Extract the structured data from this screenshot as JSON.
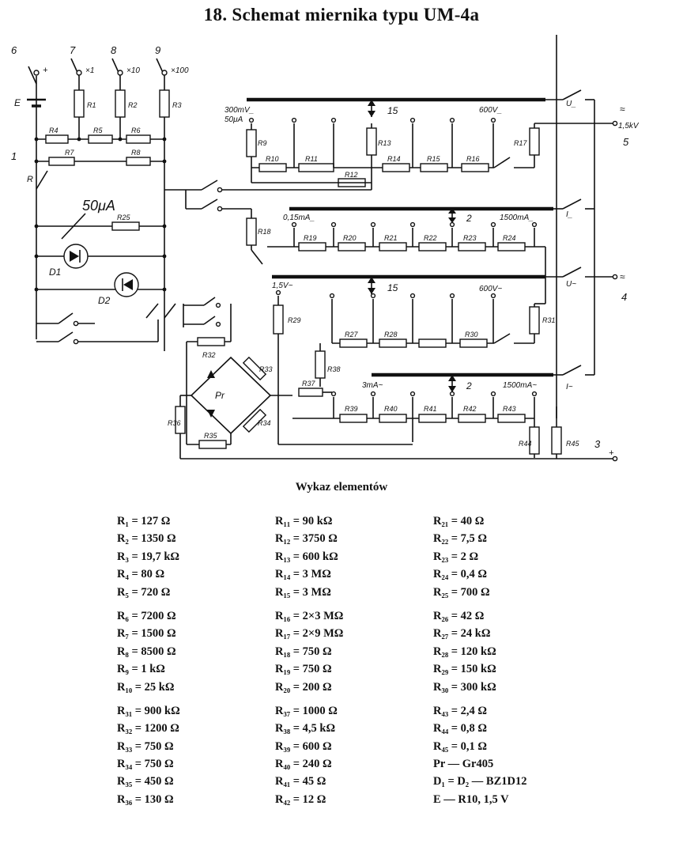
{
  "title": "18. Schemat miernika typu UM-4a",
  "schematic": {
    "terminals": {
      "t6": {
        "num": "6",
        "sign": "+"
      },
      "t7": {
        "num": "7",
        "sign": "×1"
      },
      "t8": {
        "num": "8",
        "sign": "×10"
      },
      "t9": {
        "num": "9",
        "sign": "×100"
      },
      "t5": {
        "num": "5",
        "sign": "≈",
        "range": "1,5kV"
      },
      "t4": {
        "num": "4",
        "sign": "≈"
      },
      "t3": {
        "num": "3",
        "sign": "+"
      }
    },
    "labels": {
      "E": "E",
      "n1": "1",
      "R": "R",
      "i50": "50μA",
      "D1": "D1",
      "D2": "D2",
      "Pr": "Pr",
      "n15a": "15",
      "n2a": "2",
      "n15b": "15",
      "n2b": "2",
      "r300mV": "300mV_",
      "r50uA": "50μA",
      "r600V": "600V_",
      "r015mA": "0,15mA_",
      "r1500mA": "1500mA_",
      "r15V": "1,5V~",
      "r600Vac": "600V~",
      "r3mA": "3mA~",
      "r1500mAac": "1500mA~",
      "swU": "U_",
      "swI": "I_",
      "swUac": "U~",
      "swIac": "I~"
    },
    "resistors": [
      "R1",
      "R2",
      "R3",
      "R4",
      "R5",
      "R6",
      "R7",
      "R8",
      "R9",
      "R10",
      "R11",
      "R12",
      "R13",
      "R14",
      "R15",
      "R16",
      "R17",
      "R18",
      "R19",
      "R20",
      "R21",
      "R22",
      "R23",
      "R24",
      "R25",
      "R29",
      "R27",
      "R28",
      "R30",
      "R31",
      "R32",
      "R33",
      "R34",
      "R35",
      "R36",
      "R37",
      "R38",
      "R39",
      "R40",
      "R41",
      "R42",
      "R43",
      "R44",
      "R45"
    ]
  },
  "components_heading": "Wykaz elementów",
  "components": {
    "col1": [
      {
        "name": "R₁",
        "value": "127 Ω"
      },
      {
        "name": "R₂",
        "value": "1350 Ω"
      },
      {
        "name": "R₃",
        "value": "19,7 kΩ"
      },
      {
        "name": "R₄",
        "value": "80 Ω"
      },
      {
        "name": "R₅",
        "value": "720 Ω"
      },
      {
        "name": "R₆",
        "value": "7200 Ω"
      },
      {
        "name": "R₇",
        "value": "1500 Ω"
      },
      {
        "name": "R₈",
        "value": "8500 Ω"
      },
      {
        "name": "R₉",
        "value": "1 kΩ"
      },
      {
        "name": "R₁₀",
        "value": "25 kΩ"
      },
      {
        "name": "R₃₁",
        "value": "900 kΩ"
      },
      {
        "name": "R₃₂",
        "value": "1200 Ω"
      },
      {
        "name": "R₃₃",
        "value": "750 Ω"
      },
      {
        "name": "R₃₄",
        "value": "750 Ω"
      },
      {
        "name": "R₃₅",
        "value": "450 Ω"
      },
      {
        "name": "R₃₆",
        "value": "130 Ω"
      }
    ],
    "col2": [
      {
        "name": "R₁₁",
        "value": "90 kΩ"
      },
      {
        "name": "R₁₂",
        "value": "3750 Ω"
      },
      {
        "name": "R₁₃",
        "value": "600 kΩ"
      },
      {
        "name": "R₁₄",
        "value": "3 MΩ"
      },
      {
        "name": "R₁₅",
        "value": "3 MΩ"
      },
      {
        "name": "R₁₆",
        "value": "2×3 MΩ"
      },
      {
        "name": "R₁₇",
        "value": "2×9 MΩ"
      },
      {
        "name": "R₁₈",
        "value": "750 Ω"
      },
      {
        "name": "R₁₉",
        "value": "750 Ω"
      },
      {
        "name": "R₂₀",
        "value": "200 Ω"
      },
      {
        "name": "R₃₇",
        "value": "1000 Ω"
      },
      {
        "name": "R₃₈",
        "value": "4,5 kΩ"
      },
      {
        "name": "R₃₉",
        "value": "600 Ω"
      },
      {
        "name": "R₄₀",
        "value": "240 Ω"
      },
      {
        "name": "R₄₁",
        "value": "45 Ω"
      },
      {
        "name": "R₄₂",
        "value": "12 Ω"
      }
    ],
    "col3": [
      {
        "name": "R₂₁",
        "value": "40 Ω"
      },
      {
        "name": "R₂₂",
        "value": "7,5 Ω"
      },
      {
        "name": "R₂₃",
        "value": "2 Ω"
      },
      {
        "name": "R₂₄",
        "value": "0,4 Ω"
      },
      {
        "name": "R₂₅",
        "value": "700 Ω"
      },
      {
        "name": "R₂₆",
        "value": "42 Ω"
      },
      {
        "name": "R₂₇",
        "value": "24 kΩ"
      },
      {
        "name": "R₂₈",
        "value": "120 kΩ"
      },
      {
        "name": "R₂₉",
        "value": "150 kΩ"
      },
      {
        "name": "R₃₀",
        "value": "300 kΩ"
      },
      {
        "name": "R₄₃",
        "value": "2,4 Ω"
      },
      {
        "name": "R₄₄",
        "value": "0,8 Ω"
      },
      {
        "name": "R₄₅",
        "value": "0,1 Ω"
      },
      {
        "name": "Pr",
        "value": "Gr405"
      },
      {
        "name": "D₁ = D₂",
        "value": "BZ1D12"
      },
      {
        "name": "E",
        "value": "R10, 1,5 V"
      }
    ]
  }
}
